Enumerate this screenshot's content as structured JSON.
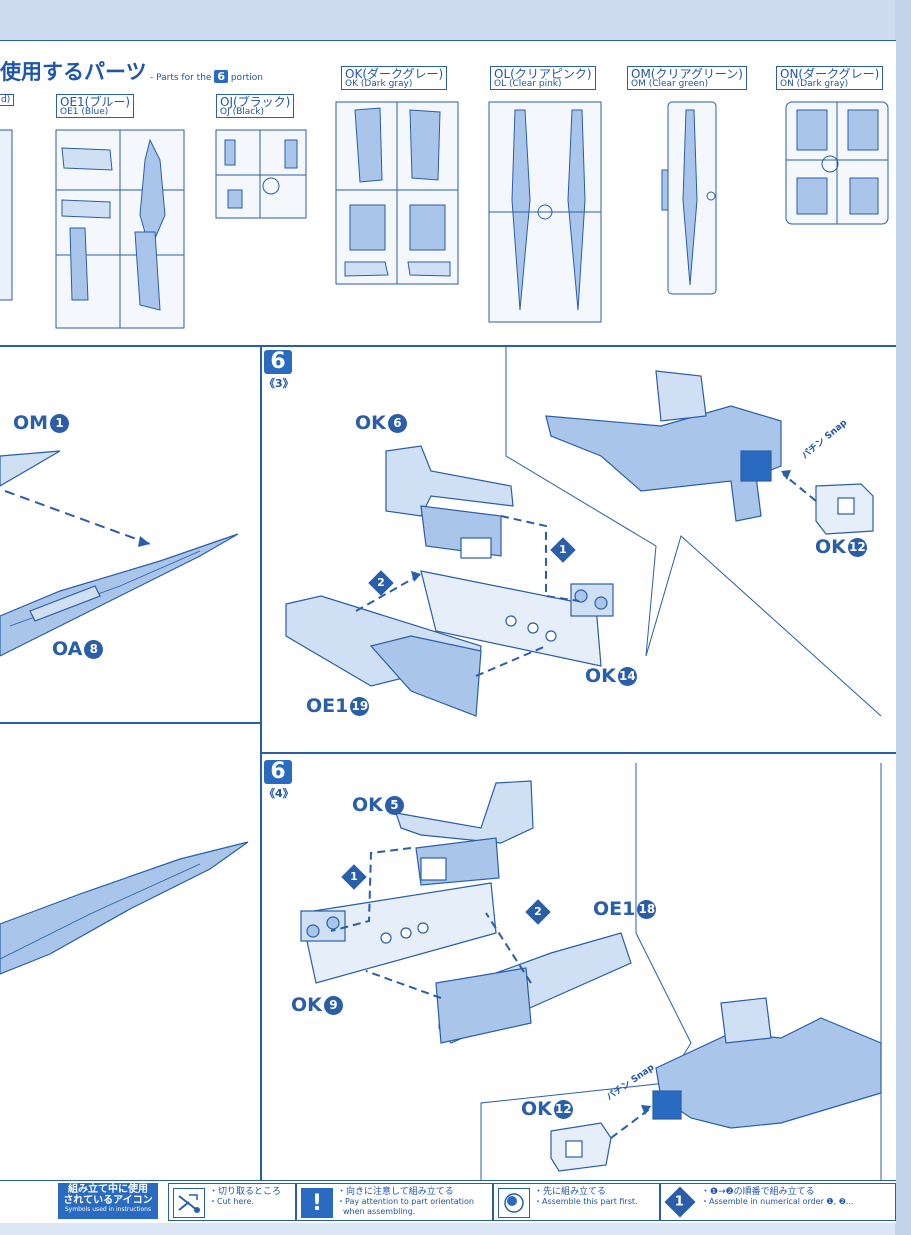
{
  "parts_section": {
    "title": "使用するパーツ",
    "subtitle_pre": "- Parts for the",
    "subtitle_step": "6",
    "subtitle_post": "portion",
    "runners": [
      {
        "jp": "d)",
        "en": ""
      },
      {
        "jp": "OE1(ブルー)",
        "en": "OE1 (Blue)"
      },
      {
        "jp": "OJ(ブラック)",
        "en": "OJ (Black)"
      },
      {
        "jp": "OK(ダークグレー)",
        "en": "OK (Dark gray)"
      },
      {
        "jp": "OL(クリアピンク)",
        "en": "OL (Clear pink)"
      },
      {
        "jp": "OM(クリアグリーン)",
        "en": "OM (Clear green)"
      },
      {
        "jp": "ON(ダークグレー)",
        "en": "ON (Dark gray)"
      }
    ]
  },
  "left_panel_top": {
    "labels": [
      {
        "code": "OM",
        "num": "1"
      },
      {
        "code": "OA",
        "num": "8"
      }
    ]
  },
  "step3": {
    "step": "6",
    "sub": "《3》",
    "labels": [
      {
        "code": "OK",
        "num": "6"
      },
      {
        "code": "OK",
        "num": "12"
      },
      {
        "code": "OK",
        "num": "14"
      },
      {
        "code": "OE1",
        "num": "19"
      }
    ],
    "order": [
      "1",
      "2"
    ],
    "snap_jp": "パチン",
    "snap_en": "Snap"
  },
  "step4": {
    "step": "6",
    "sub": "《4》",
    "labels": [
      {
        "code": "OK",
        "num": "5"
      },
      {
        "code": "OE1",
        "num": "18"
      },
      {
        "code": "OK",
        "num": "9"
      },
      {
        "code": "OK",
        "num": "12"
      }
    ],
    "order": [
      "1",
      "2"
    ],
    "snap_jp": "パチン",
    "snap_en": "Snap"
  },
  "footer": {
    "title_jp_1": "組み立て中に使用",
    "title_jp_2": "されているアイコン",
    "title_en": "Symbols used in instructions",
    "items": [
      {
        "jp": "・切り取るところ",
        "en": "・Cut here."
      },
      {
        "jp": "・向きに注意して組み立てる",
        "en": "・Pay attention to part orientation",
        "en2": "when assembling."
      },
      {
        "jp": "・先に組み立てる",
        "en": "・Assemble this part first."
      },
      {
        "jp": "・❶→❷の順番で組み立てる",
        "en": "・Assemble in numerical order ❶, ❷..."
      }
    ],
    "icon_order_num": "1"
  },
  "colors": {
    "accent": "#2a5ea8",
    "part_fill": "#a9c6ea",
    "part_light": "#cfe0f5",
    "badge": "#2a6bc2"
  },
  "icons": [
    "scissors-cut-icon",
    "exclamation-icon",
    "assemble-first-icon",
    "numbered-order-icon"
  ]
}
